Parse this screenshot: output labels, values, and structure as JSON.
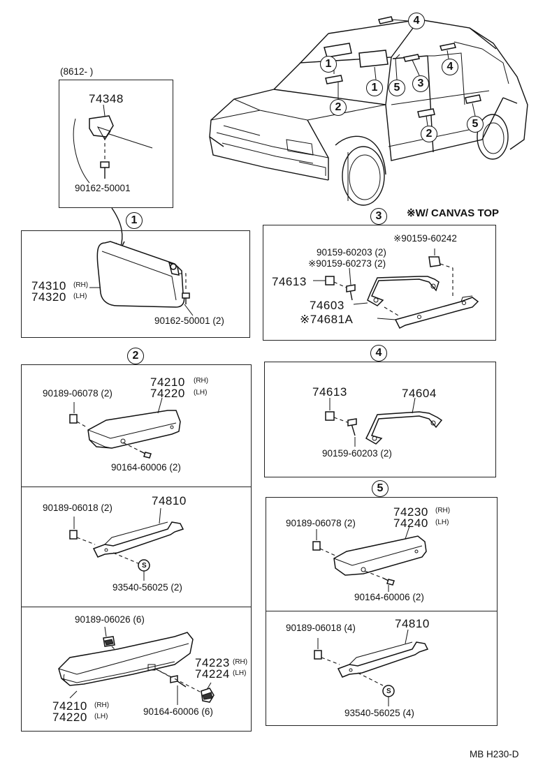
{
  "header": {
    "canvas_note": "※W/ CANVAS  TOP",
    "footer_code": "MB  H230-D"
  },
  "callouts": [
    "1",
    "2",
    "3",
    "4",
    "5"
  ],
  "inset": {
    "date_code": "(8612-         )",
    "bracket_part": "74348",
    "screw_part": "90162-50001"
  },
  "panel_1": {
    "visor_part_rh": "74310",
    "visor_part_lh": "74320",
    "rh": "(RH)",
    "lh": "(LH)",
    "screw_part": "90162-50001 (2)"
  },
  "panel_3": {
    "stud_part": "※90159-60242",
    "screw_part_a": "90159-60203 (2)",
    "screw_part_b": "※90159-60273 (2)",
    "clip_part": "74613",
    "grip_part": "74603",
    "bracket_part": "※74681A"
  },
  "panel_2a": {
    "clip_part": "90189-06078 (2)",
    "armrest_rh": "74210",
    "armrest_lh": "74220",
    "rh": "(RH)",
    "lh": "(LH)",
    "screw_part": "90164-60006 (2)"
  },
  "panel_4": {
    "clip_part": "74613",
    "grip_part": "74604",
    "screw_part": "90159-60203 (2)"
  },
  "panel_2b": {
    "clip_part": "90189-06018 (2)",
    "handle_part": "74810",
    "screw_part": "93540-56025 (2)",
    "s_mark": "S"
  },
  "panel_5a": {
    "clip_part": "90189-06078  (2)",
    "armrest_rh": "74230",
    "armrest_lh": "74240",
    "rh": "(RH)",
    "lh": "(LH)",
    "screw_part": "90164-60006 (2)"
  },
  "panel_2c": {
    "clip_part": "90189-06026 (6)",
    "cap_rh": "74223",
    "cap_lh": "74224",
    "rh": "(RH)",
    "lh": "(LH)",
    "armrest_rh": "74210",
    "armrest_lh": "74220",
    "screw_part": "90164-60006 (6)"
  },
  "panel_5b": {
    "clip_part": "90189-06018 (4)",
    "handle_part": "74810",
    "screw_part": "93540-56025 (4)",
    "s_mark": "S"
  }
}
